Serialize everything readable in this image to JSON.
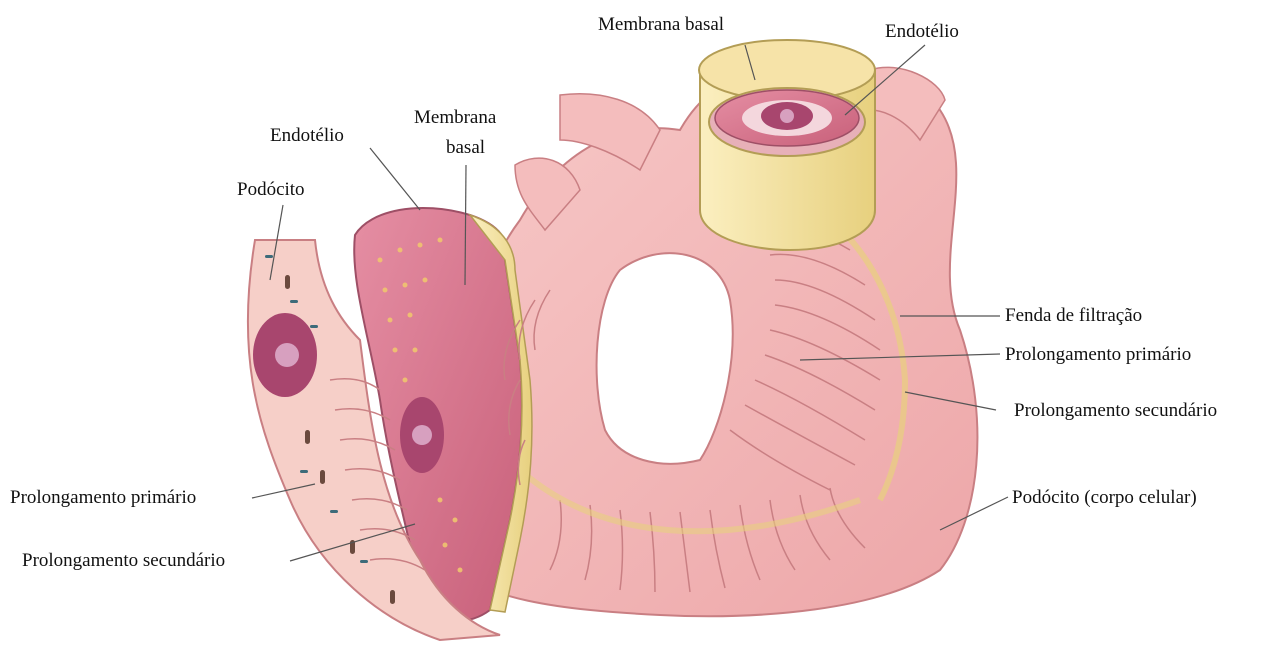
{
  "labels": {
    "membrana_basal_top": "Membrana  basal",
    "endotelio_top": "Endotélio",
    "endotelio_left": "Endotélio",
    "membrana_left_line1": "Membrana",
    "membrana_left_line2": "basal",
    "podocito": "Podócito",
    "fenda": "Fenda  de  filtração",
    "prolong_primario_right": "Prolongamento  primário",
    "prolong_secundario_right": "Prolongamento  secundário",
    "podocito_corpo": "Podócito  (corpo celular)",
    "prolong_primario_left": "Prolongamento  primário",
    "prolong_secundario_left": "Prolongamento  secundário"
  },
  "colors": {
    "tissue": "#f2b8b8",
    "tissue_dark": "#e39a9c",
    "tissue_edge": "#c97f83",
    "membrane": "#f0df9c",
    "membrane_edge": "#c9b56a",
    "endothelium": "#d9788f",
    "nucleus": "#a8466e",
    "leader": "#555555"
  }
}
